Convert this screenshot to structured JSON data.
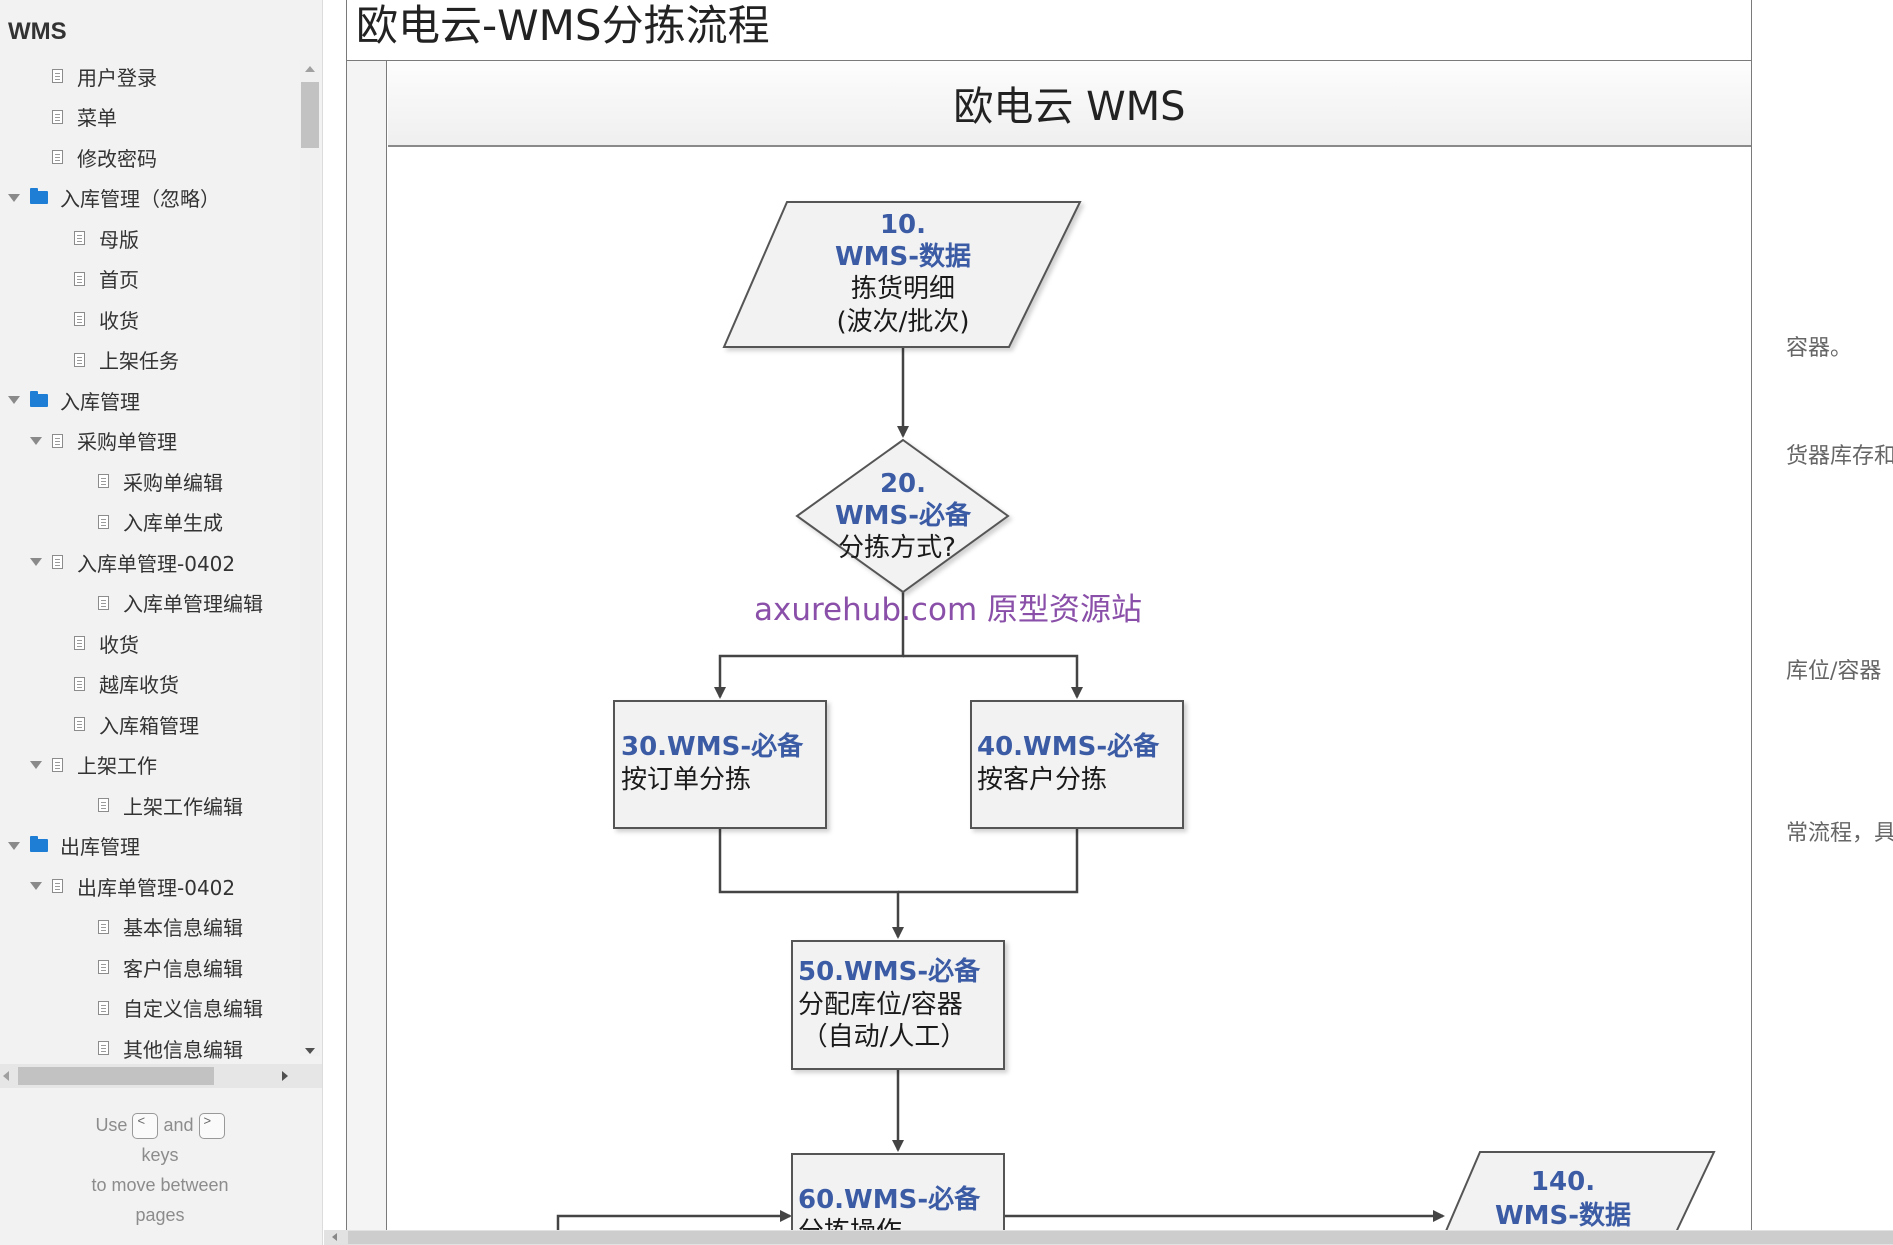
{
  "sidebar": {
    "title": "WMS",
    "items": [
      {
        "label": "用户登录",
        "type": "page",
        "level": 1
      },
      {
        "label": "菜单",
        "type": "page",
        "level": 1
      },
      {
        "label": "修改密码",
        "type": "page",
        "level": 1
      },
      {
        "label": "入库管理（忽略）",
        "type": "folder",
        "level": 0,
        "expanded": true
      },
      {
        "label": "母版",
        "type": "page",
        "level": 2
      },
      {
        "label": "首页",
        "type": "page",
        "level": 2
      },
      {
        "label": "收货",
        "type": "page",
        "level": 2
      },
      {
        "label": "上架任务",
        "type": "page",
        "level": 2
      },
      {
        "label": "入库管理",
        "type": "folder",
        "level": 0,
        "expanded": true
      },
      {
        "label": "采购单管理",
        "type": "page",
        "level": 1,
        "expanded": true
      },
      {
        "label": "采购单编辑",
        "type": "page",
        "level": 3
      },
      {
        "label": "入库单生成",
        "type": "page",
        "level": 3
      },
      {
        "label": "入库单管理-0402",
        "type": "page",
        "level": 1,
        "expanded": true
      },
      {
        "label": "入库单管理编辑",
        "type": "page",
        "level": 3
      },
      {
        "label": "收货",
        "type": "page",
        "level": 2
      },
      {
        "label": "越库收货",
        "type": "page",
        "level": 2
      },
      {
        "label": "入库箱管理",
        "type": "page",
        "level": 2
      },
      {
        "label": "上架工作",
        "type": "page",
        "level": 1,
        "expanded": true
      },
      {
        "label": "上架工作编辑",
        "type": "page",
        "level": 3
      },
      {
        "label": "出库管理",
        "type": "folder",
        "level": 0,
        "expanded": true
      },
      {
        "label": "出库单管理-0402",
        "type": "page",
        "level": 1,
        "expanded": true
      },
      {
        "label": "基本信息编辑",
        "type": "page",
        "level": 3
      },
      {
        "label": "客户信息编辑",
        "type": "page",
        "level": 3
      },
      {
        "label": "自定义信息编辑",
        "type": "page",
        "level": 3
      },
      {
        "label": "其他信息编辑",
        "type": "page",
        "level": 3
      }
    ],
    "hint": {
      "use": "Use",
      "and": "and",
      "keys": "keys",
      "line2": "to move between",
      "line3": "pages",
      "key_prev": "<",
      "key_next": ">"
    }
  },
  "page_title": "欧电云-WMS分拣流程",
  "diagram": {
    "lane_title": "欧电云 WMS",
    "watermark": "axurehub.com 原型资源站",
    "nodes": {
      "n10": {
        "num": "10.",
        "tag": "WMS-数据",
        "text1": "拣货明细",
        "text2": "(波次/批次)"
      },
      "n20": {
        "num": "20.",
        "tag": "WMS-必备",
        "text1": "分拣方式?"
      },
      "n30": {
        "tag": "30.WMS-必备",
        "text1": "按订单分拣"
      },
      "n40": {
        "tag": "40.WMS-必备",
        "text1": "按客户分拣"
      },
      "n50": {
        "tag": "50.WMS-必备",
        "text1": "分配库位/容器",
        "text2": "（自动/人工）"
      },
      "n60": {
        "tag": "60.WMS-必备",
        "text1": "分拣操作"
      },
      "n140": {
        "num": "140.",
        "tag": "WMS-数据"
      }
    },
    "colors": {
      "tag": "#3b5ba5",
      "text": "#1a1a1a",
      "stroke": "#555555",
      "fill": "#f2f2f2",
      "watermark": "#8a4fa8"
    }
  },
  "side_notes": [
    "容器。",
    "货器库存和",
    "库位/容器",
    "常流程，具"
  ]
}
